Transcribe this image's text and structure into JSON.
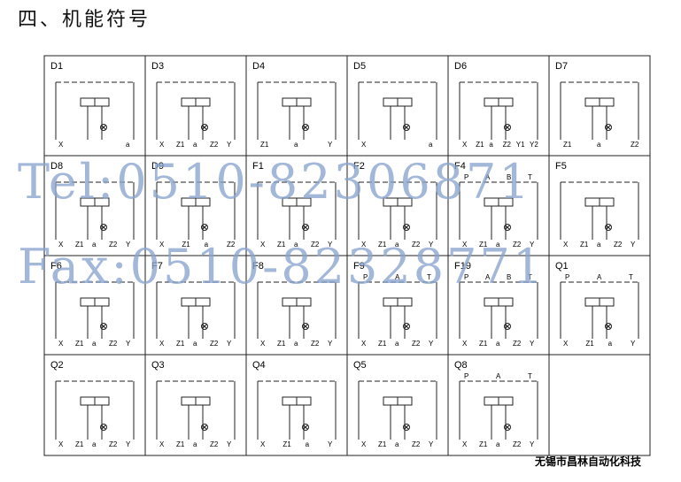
{
  "title": "四、机能符号",
  "company": "无锡市昌林自动化科技",
  "watermark": {
    "tel": "Tel:0510-82306871",
    "fax": "Fax:0510-82328771"
  },
  "cells": [
    {
      "code": "D1",
      "ports": "X a"
    },
    {
      "code": "D3",
      "ports": "X Z1 a Z2 Y"
    },
    {
      "code": "D4",
      "ports": "Z1 a Y"
    },
    {
      "code": "D5",
      "ports": "X a"
    },
    {
      "code": "D6",
      "ports": "X Z1 a Z2 Y1 Y2"
    },
    {
      "code": "D7",
      "ports": "Z1 a Z2"
    },
    {
      "code": "D8",
      "ports": "X Z1 a Z2 Y"
    },
    {
      "code": "D9",
      "ports": "X Z1 a Z2"
    },
    {
      "code": "F1",
      "ports": "X Z1 a Z2 Y"
    },
    {
      "code": "F2",
      "ports": "X Z1 a Z2 Y"
    },
    {
      "code": "F4",
      "ports": "P A B T X Z1 a Z2 Y"
    },
    {
      "code": "F5",
      "ports": "X Z1 a Z2 Y"
    },
    {
      "code": "F6",
      "ports": "X Z1 a Z2 Y"
    },
    {
      "code": "F7",
      "ports": "X Z1 a Z2 Y"
    },
    {
      "code": "F8",
      "ports": "X Z1 a Z2 Y"
    },
    {
      "code": "F9",
      "ports": "P A T X Z1 a Z2 Y"
    },
    {
      "code": "F19",
      "ports": "P A B T X Z1 a Z2 Y"
    },
    {
      "code": "Q1",
      "ports": "P A T X Z1 a Y"
    },
    {
      "code": "Q2",
      "ports": "X Z1 a Z2 Y"
    },
    {
      "code": "Q3",
      "ports": "X Z1 a Z2 Y"
    },
    {
      "code": "Q4",
      "ports": "X Z1 a Y"
    },
    {
      "code": "Q5",
      "ports": "X Z1 a Z2 Y"
    },
    {
      "code": "Q8",
      "ports": "P A T X Z1 a Z2 Y"
    },
    {
      "code": "",
      "ports": ""
    }
  ]
}
